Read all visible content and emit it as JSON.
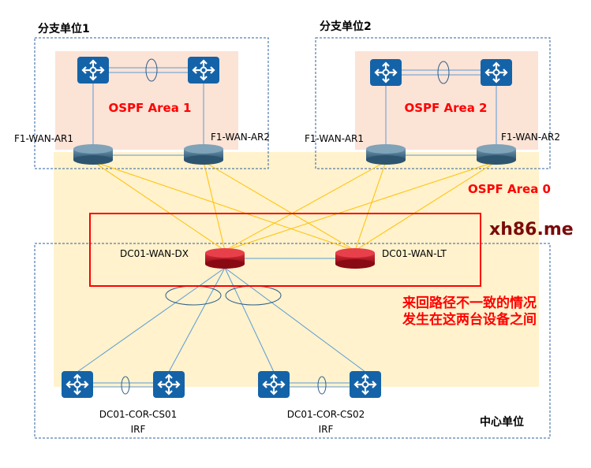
{
  "branch1": {
    "title": "分支单位1",
    "area": "OSPF Area 1",
    "router1": "F1-WAN-AR1",
    "router2": "F1-WAN-AR2"
  },
  "branch2": {
    "title": "分支单位2",
    "area": "OSPF Area 2",
    "router1": "F1-WAN-AR1",
    "router2": "F1-WAN-AR2"
  },
  "backbone": {
    "area": "OSPF Area 0"
  },
  "center": {
    "title": "中心单位",
    "router_dx": "DC01-WAN-DX",
    "router_lt": "DC01-WAN-LT",
    "core1": "DC01-COR-CS01",
    "core1_sub": "IRF",
    "core2": "DC01-COR-CS02",
    "core2_sub": "IRF"
  },
  "watermark": "xh86.me",
  "annotation": {
    "line1": "来回路径不一致的情况",
    "line2": "发生在这两台设备之间"
  },
  "colors": {
    "switch": "#1463a8",
    "branch_router": "#3c6e8c",
    "center_router": "#b0101c",
    "area_pink": "#fbe3d6",
    "area_yellow": "#fff2cc",
    "highlight": "#ff0000",
    "yellow_link": "#ffc000",
    "blue_link": "#5b9bd5"
  }
}
